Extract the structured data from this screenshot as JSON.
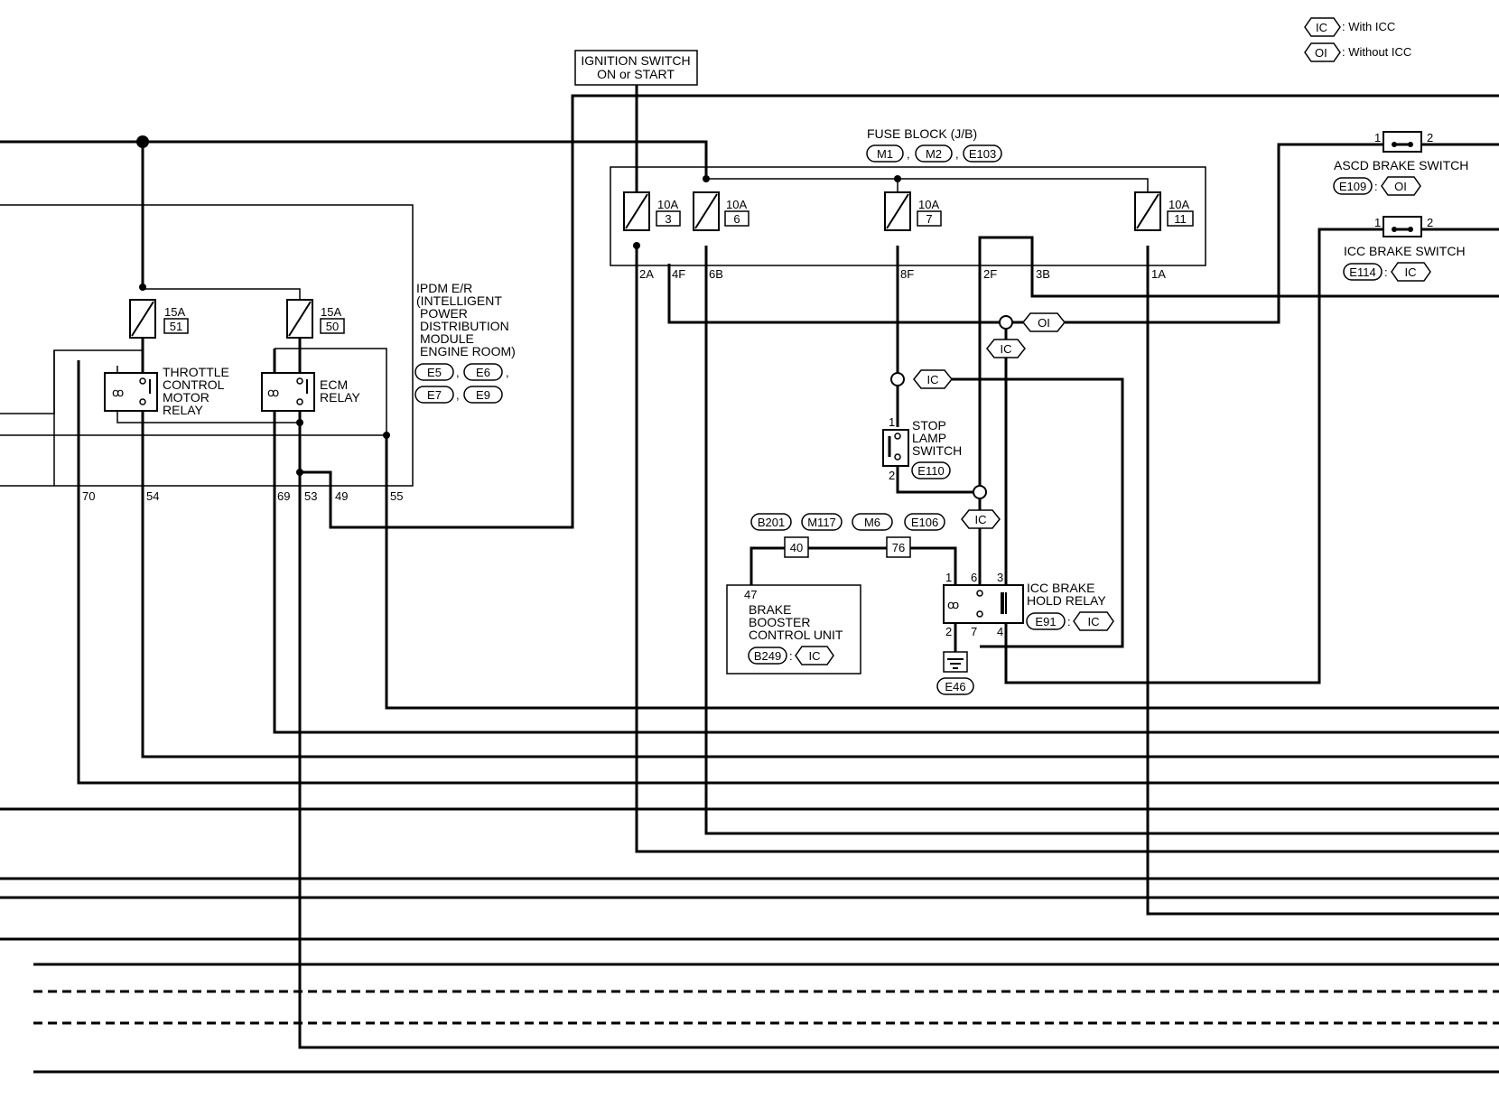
{
  "legend": {
    "ic_tag": "IC",
    "ic_text": ": With ICC",
    "oi_tag": "OI",
    "oi_text": ": Without ICC"
  },
  "ignition_switch": {
    "line1": "IGNITION SWITCH",
    "line2": "ON or START"
  },
  "fuse_block": {
    "title": "FUSE BLOCK (J/B)",
    "connectors": [
      "M1",
      "M2",
      "E103"
    ],
    "fuses": [
      {
        "amp": "10A",
        "num": "3"
      },
      {
        "amp": "10A",
        "num": "6"
      },
      {
        "amp": "10A",
        "num": "7"
      },
      {
        "amp": "10A",
        "num": "11"
      }
    ],
    "pins": [
      "2A",
      "4F",
      "6B",
      "8F",
      "2F",
      "3B",
      "1A"
    ]
  },
  "ipdm": {
    "lines": [
      "IPDM E/R",
      "(INTELLIGENT",
      "POWER",
      "DISTRIBUTION",
      "MODULE",
      "ENGINE ROOM)"
    ],
    "connectors": [
      "E5",
      "E6",
      "E7",
      "E9"
    ],
    "fuses": [
      {
        "amp": "15A",
        "num": "51"
      },
      {
        "amp": "15A",
        "num": "50"
      }
    ],
    "throttle_relay": [
      "THROTTLE",
      "CONTROL",
      "MOTOR",
      "RELAY"
    ],
    "ecm_relay": [
      "ECM",
      "RELAY"
    ],
    "pins": [
      "70",
      "54",
      "69",
      "53",
      "49",
      "55"
    ]
  },
  "ascd_brake_switch": {
    "label": "ASCD BRAKE SWITCH",
    "connector": "E109",
    "tag": "OI",
    "pin1": "1",
    "pin2": "2"
  },
  "icc_brake_switch": {
    "label": "ICC BRAKE SWITCH",
    "connector": "E114",
    "tag": "IC",
    "pin1": "1",
    "pin2": "2"
  },
  "stop_lamp_switch": {
    "lines": [
      "STOP",
      "LAMP",
      "SWITCH"
    ],
    "connector": "E110",
    "pin1": "1",
    "pin2": "2"
  },
  "joint_tags": {
    "oi": "OI",
    "ic1": "IC",
    "ic2": "IC",
    "ic3": "IC"
  },
  "harness_connectors": {
    "labels": [
      "B201",
      "M117",
      "M6",
      "E106"
    ],
    "pins": [
      "40",
      "76"
    ]
  },
  "brake_booster": {
    "pin": "47",
    "lines": [
      "BRAKE",
      "BOOSTER",
      "CONTROL UNIT"
    ],
    "connector": "B249",
    "tag": "IC"
  },
  "icc_hold_relay": {
    "lines": [
      "ICC BRAKE",
      "HOLD RELAY"
    ],
    "connector": "E91",
    "tag": "IC",
    "pins": [
      "1",
      "6",
      "3",
      "2",
      "7",
      "4"
    ]
  },
  "ground": {
    "label": "E46"
  }
}
